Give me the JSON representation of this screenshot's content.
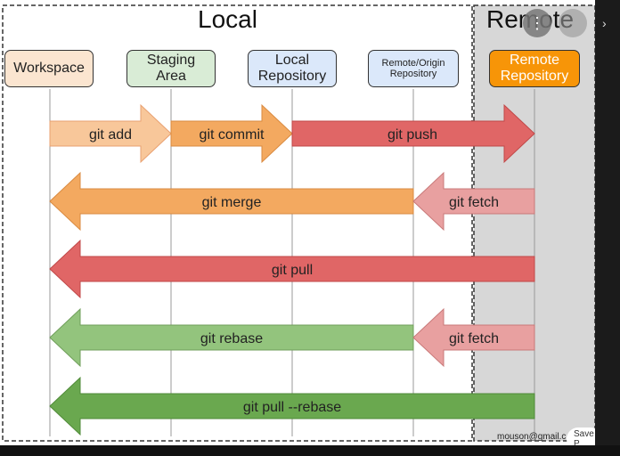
{
  "regions": {
    "local_title": "Local",
    "remote_title": "Remote"
  },
  "nodes": {
    "workspace": "Workspace",
    "staging": "Staging\nArea",
    "local_repo": "Local\nRepository",
    "remote_origin": "Remote/Origin\nRepository",
    "remote_repo": "Remote\nRepository"
  },
  "arrows": {
    "git_add": "git add",
    "git_commit": "git commit",
    "git_push": "git push",
    "git_merge": "git merge",
    "git_fetch_1": "git fetch",
    "git_pull": "git pull",
    "git_rebase": "git rebase",
    "git_fetch_2": "git fetch",
    "git_pull_rebase": "git pull --rebase"
  },
  "footer": {
    "email": "mouson@gmail.c",
    "save_label": "Save P"
  },
  "colors": {
    "local_box": "#dbe8fa",
    "staging_box": "#d9ecd6",
    "workspace_box": "#fbe5d0",
    "remote_box": "#f79508",
    "remote_bg": "#d7d7d7",
    "light_orange": "#f8c79a",
    "orange": "#f3a960",
    "red": "#e06666",
    "pink": "#e8a0a0",
    "light_green": "#93c47d",
    "green": "#6aa84f"
  }
}
